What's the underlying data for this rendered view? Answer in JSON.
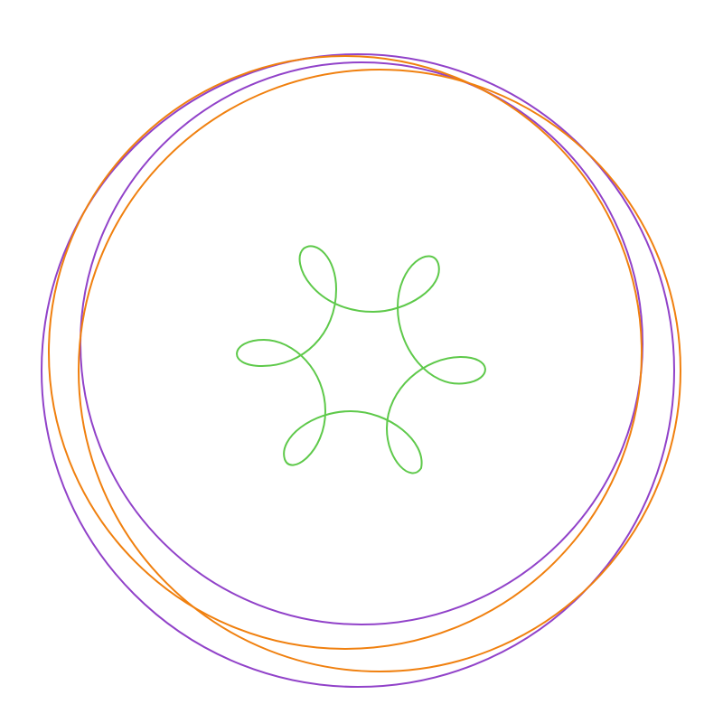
{
  "colors": {
    "background": "#ffffff",
    "purple": "#9142c9",
    "orange": "#f0800f",
    "green": "#5ec94a"
  },
  "curves": [
    {
      "name": "purple-circle-upper",
      "color_key": "purple"
    },
    {
      "name": "purple-circle-lower",
      "color_key": "purple"
    },
    {
      "name": "orange-circle-left",
      "color_key": "orange"
    },
    {
      "name": "orange-circle-right",
      "color_key": "orange"
    },
    {
      "name": "green-looped-rosette",
      "color_key": "green"
    }
  ]
}
